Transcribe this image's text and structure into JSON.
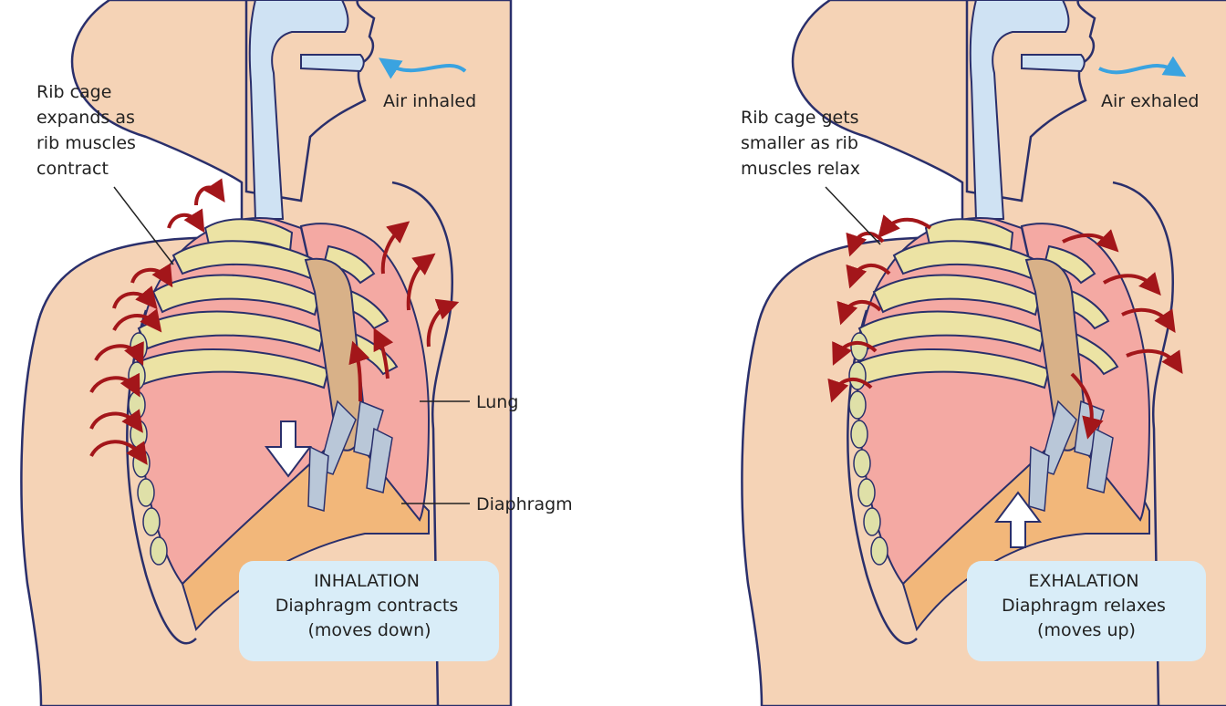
{
  "inhalation": {
    "air_label": "Air inhaled",
    "rib_label": [
      "Rib cage",
      "expands as",
      "rib muscles",
      "contract"
    ],
    "lung_label": "Lung",
    "diaphragm_label": "Diaphragm",
    "box": [
      "INHALATION",
      "Diaphragm contracts",
      "(moves down)"
    ]
  },
  "exhalation": {
    "air_label": "Air exhaled",
    "rib_label": [
      "Rib cage gets",
      "smaller as rib",
      "muscles relax"
    ],
    "box": [
      "EXHALATION",
      "Diaphragm relaxes",
      "(moves up)"
    ]
  },
  "colors": {
    "skin": "#f5d3b6",
    "outline": "#2a2f6b",
    "airway": "#cfe2f3",
    "lung": "#f4a9a3",
    "rib": "#ece3a4",
    "sternum": "#d8b188",
    "diaphragm": "#f2b77a",
    "bronchi": "#b9c7d8",
    "motion_arrow": "#a3161a",
    "air_arrow": "#3aa3e0",
    "box_fill": "#d9edf8"
  }
}
